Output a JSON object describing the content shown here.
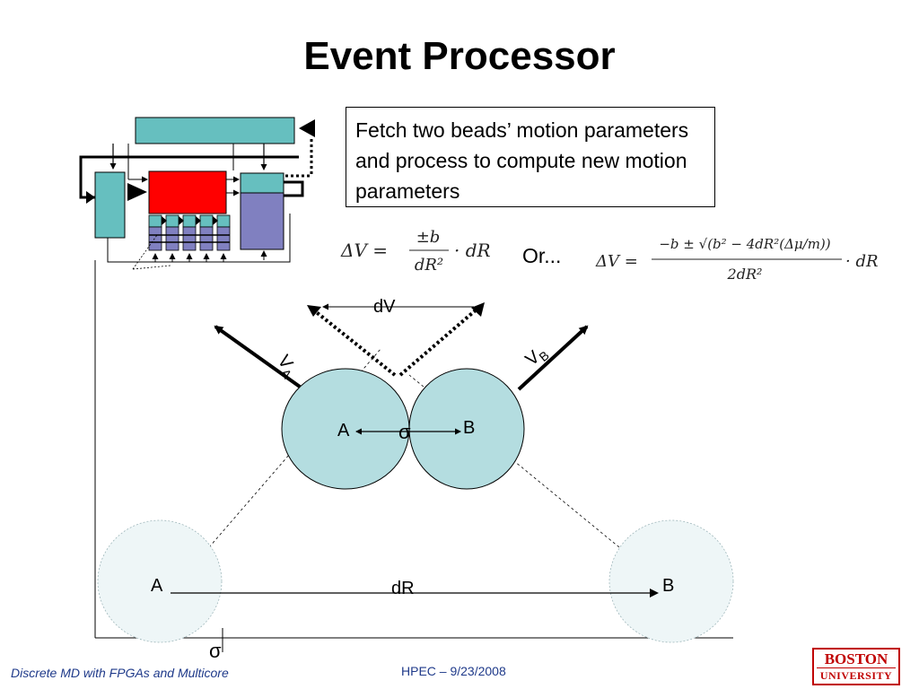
{
  "slide": {
    "title": "Event Processor",
    "callout": "Fetch two beads’ motion parameters and process to compute new motion parameters",
    "or_text": "Or...",
    "equation_1": {
      "lhs": "ΔV =",
      "numerator": "±b",
      "denominator": "dR²",
      "tail": "· dR"
    },
    "equation_2": {
      "lhs": "ΔV =",
      "numerator": "−b ± √(b² − 4dR²(Δμ/m))",
      "denominator": "2dR²",
      "tail": "· dR"
    }
  },
  "diagram": {
    "label_dv": "dV",
    "label_va": "V",
    "label_va_sub": "A",
    "label_vb": "V",
    "label_vb_sub": "B",
    "bead_a_label": "A",
    "bead_b_label": "B",
    "sigma_center": "σ",
    "ghost_a_label": "A",
    "ghost_b_label": "B",
    "label_dr": "dR",
    "sigma_bottom": "σ"
  },
  "footer": {
    "left": "Discrete MD with FPGAs and Multicore",
    "center": "HPEC  –  9/23/2008",
    "logo_line1": "BOSTON",
    "logo_line2": "UNIVERSITY"
  },
  "colors": {
    "teal_block": "#66bfbf",
    "red_block": "#ff0000",
    "purple_block": "#8080c0",
    "bead_fill": "#b4dde0",
    "ghost_fill": "#eef6f7",
    "footer_text": "#1f3a8a",
    "logo_red": "#c00000"
  }
}
